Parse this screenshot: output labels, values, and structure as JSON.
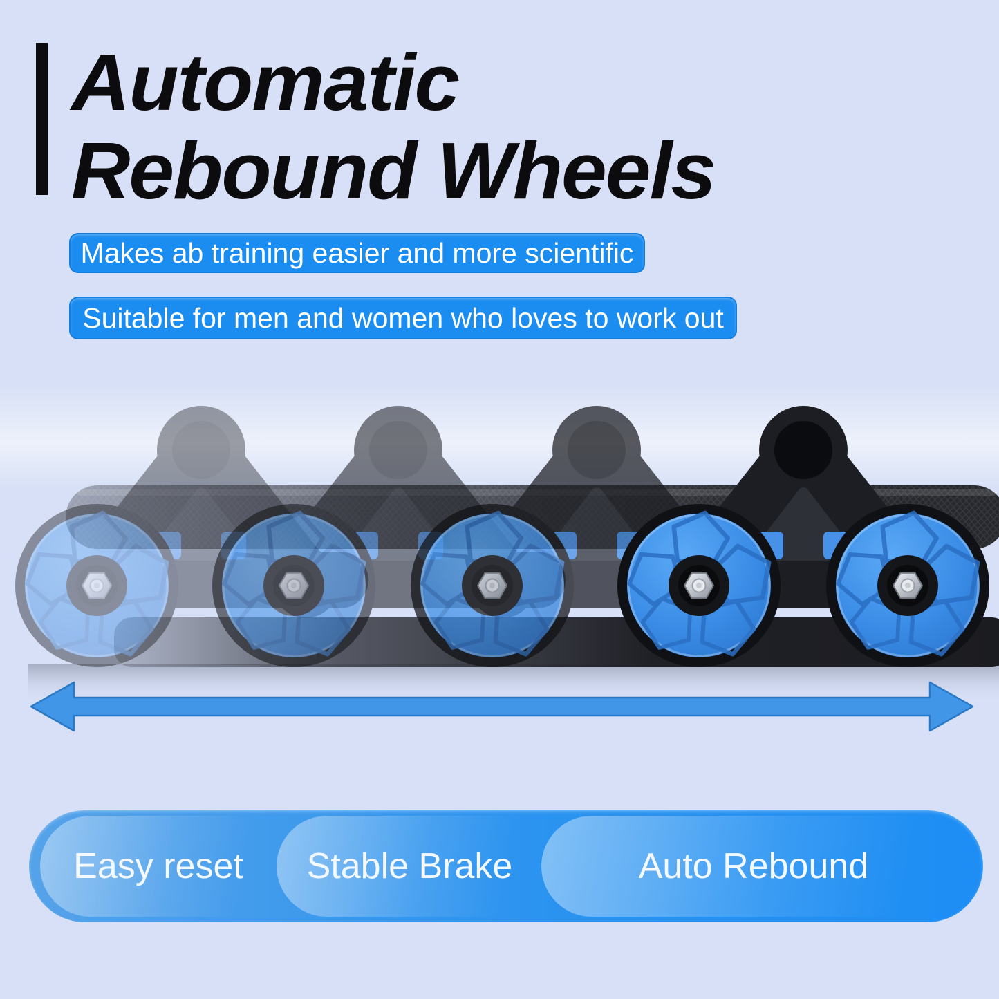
{
  "title": {
    "line1": "Automatic",
    "line2": "Rebound Wheels"
  },
  "banners": [
    {
      "text": "Makes ab training easier and more scientific"
    },
    {
      "text": "Suitable for men and women who loves to work out"
    }
  ],
  "features": [
    {
      "label": "Easy reset"
    },
    {
      "label": "Stable Brake"
    },
    {
      "label": "Auto Rebound"
    }
  ],
  "illustration": {
    "name": "ab-roller-motion-sequence",
    "description": "Double-wheel automatic rebound ab roller shown in four ghosted positions rolling left to right along its handle bar above a floor board",
    "motion_arrow": "double-headed horizontal arrow"
  },
  "colors": {
    "background": "#d7e0f6",
    "title_black": "#0c0c0e",
    "banner_blue": "#1b8cf0",
    "arrow_blue": "#4296e8",
    "capsule_left": "#55a2e9",
    "capsule_right": "#1e8ef4",
    "wheel_blue": "#3f93ea",
    "frame_black": "#1d1e23"
  }
}
